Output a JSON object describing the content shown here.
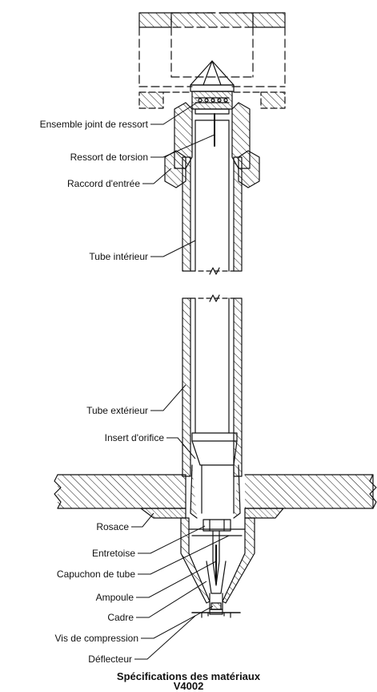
{
  "labels": {
    "spring_seal": "Ensemble joint de ressort",
    "torsion_spring": "Ressort de torsion",
    "inlet_fitting": "Raccord d'entrée",
    "inner_tube": "Tube intérieur",
    "outer_tube": "Tube extérieur",
    "orifice_insert": "Insert d'orifice",
    "escutcheon": "Rosace",
    "spacer": "Entretoise",
    "tube_cap": "Capuchon de tube",
    "bulb": "Ampoule",
    "frame": "Cadre",
    "compression_screw": "Vis de compression",
    "deflector": "Déflecteur"
  },
  "caption": {
    "line1": "Spécifications des matériaux",
    "line2": "V4002"
  },
  "colors": {
    "ink": "#111111",
    "background": "#ffffff"
  }
}
